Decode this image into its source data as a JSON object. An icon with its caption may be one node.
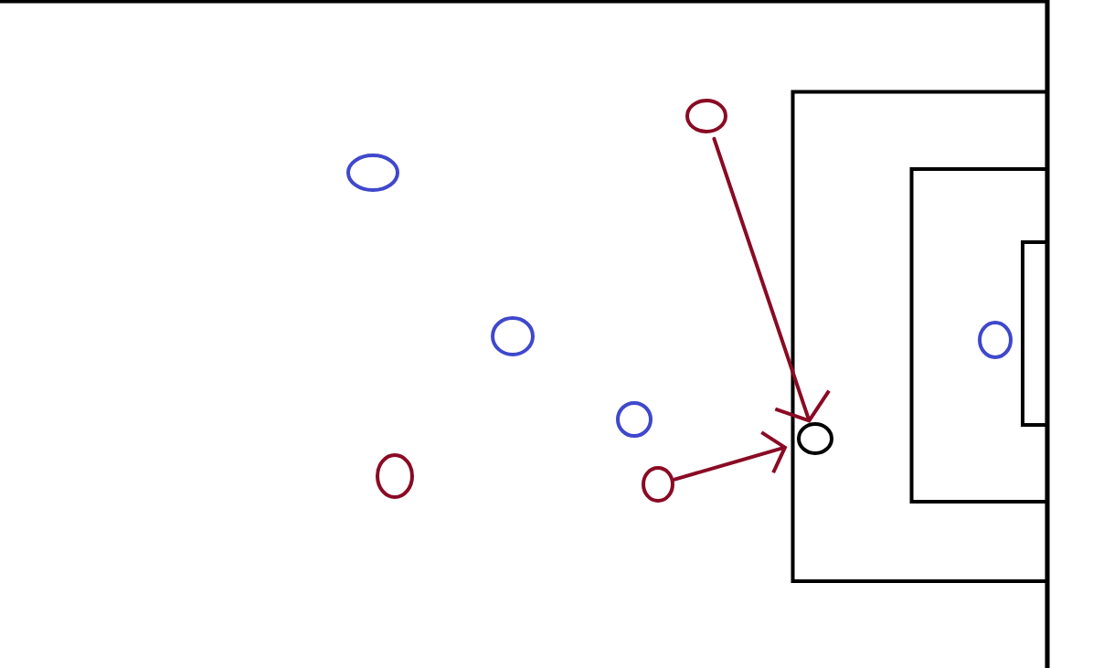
{
  "diagram": {
    "nodes": [
      {
        "text": [],
        "shape": "circle"
      },
      {
        "text": [],
        "shape": "circle"
      },
      {
        "text": [],
        "shape": "circle"
      },
      {
        "text": [],
        "shape": "circle"
      },
      {
        "text": [],
        "shape": "circle"
      },
      {
        "text": [],
        "shape": "circle"
      },
      {
        "text": [],
        "shape": "circle"
      },
      {
        "text": [],
        "shape": "circle"
      }
    ],
    "edges": [
      {
        "from": 5,
        "to": 6,
        "arrow": "to"
      },
      {
        "from": 4,
        "to": 6,
        "arrow": "to"
      }
    ]
  }
}
